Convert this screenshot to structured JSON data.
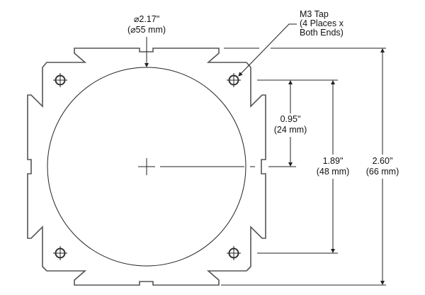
{
  "diameter": {
    "inch": "⌀2.17\"",
    "mm": "(⌀55 mm)"
  },
  "tap_note": {
    "line1": "M3 Tap",
    "line2": "(4 Places x",
    "line3": "Both Ends)"
  },
  "dim_half_hole": {
    "inch": "0.95\"",
    "mm": "(24 mm)"
  },
  "dim_hole_spacing": {
    "inch": "1.89\"",
    "mm": "(48 mm)"
  },
  "dim_overall": {
    "inch": "2.60\"",
    "mm": "(66 mm)"
  }
}
